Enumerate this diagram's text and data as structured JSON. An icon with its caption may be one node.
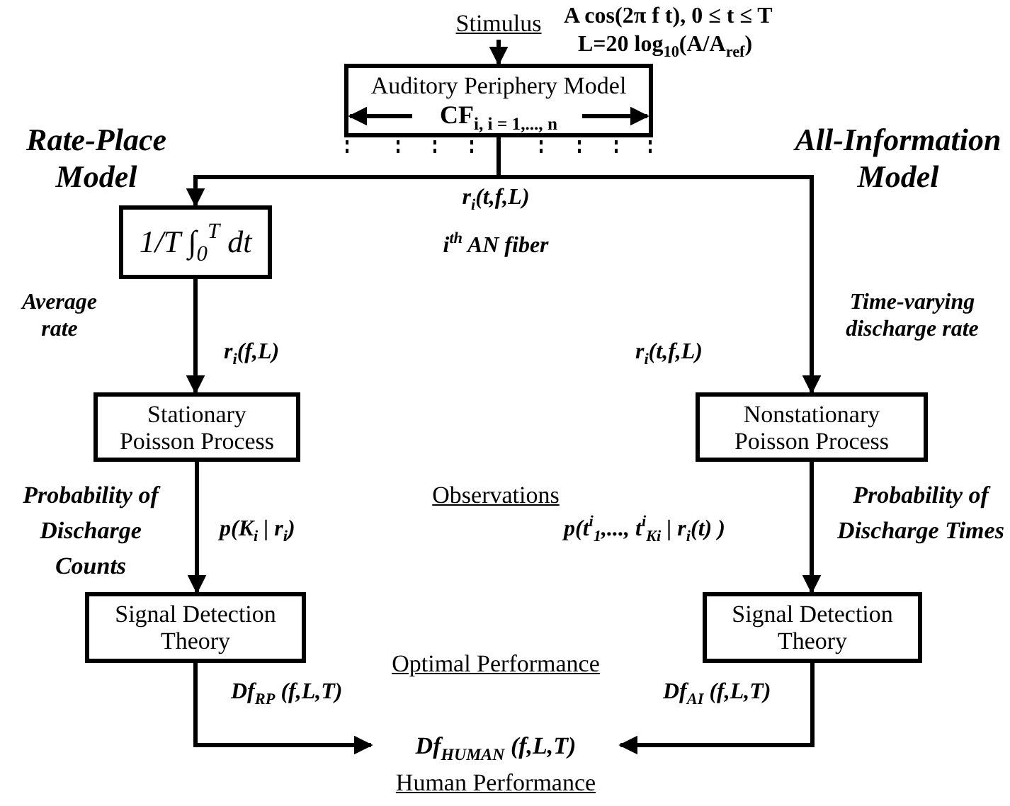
{
  "diagram": {
    "nodes": [
      {
        "text": [
          "Stimulus"
        ]
      },
      {
        "text": [
          "Auditory Periphery Model",
          "CF$_{i,  i = 1,..., n}$"
        ]
      },
      {
        "text": [
          "1/T ∫$_{0}$$^{T}$ dt"
        ]
      },
      {
        "text": [
          "Stationary Poisson Process"
        ]
      },
      {
        "text": [
          "Nonstationary Poisson Process"
        ]
      },
      {
        "text": [
          "Signal Detection Theory"
        ]
      },
      {
        "text": [
          "Signal Detection Theory"
        ]
      },
      {
        "text": [
          "Df$_{HUMAN}$ (f,L,T)"
        ]
      }
    ],
    "edges": [
      {
        "from": 0,
        "to": 1,
        "arrow": "to"
      },
      {
        "from": 1,
        "to": 2,
        "arrow": "to"
      },
      {
        "from": 1,
        "to": 4,
        "arrow": "to",
        "label": "r$_{i}$(t,f,L)"
      },
      {
        "from": 2,
        "to": 3,
        "arrow": "to",
        "label": "r$_{i}$(f,L)"
      },
      {
        "from": 3,
        "to": 5,
        "arrow": "to",
        "label": "p(K$_{i}$ | r$_{i}$)"
      },
      {
        "from": 4,
        "to": 6,
        "arrow": "to",
        "label": "p(t$^{i}$$_{1}$,..., t$^{i}$$_{Ki}$ | r$_{i}$(t) )"
      },
      {
        "from": 5,
        "to": 7,
        "arrow": "to",
        "label": "Df$_{RP}$ (f,L,T)"
      },
      {
        "from": 6,
        "to": 7,
        "arrow": "to",
        "label": "Df$_{AI}$ (f,L,T)"
      }
    ],
    "labels": [
      "A cos(2π f t), 0 ≤ t ≤ T",
      "L=20 log$_{10}$(A/A$_{ref}$)",
      "Rate-Place Model",
      "All-Information Model",
      "r$_{i}$(t,f,L)",
      "i$^{th}$ AN fiber",
      "Average rate",
      "Time-varying discharge rate",
      "Observations",
      "Probability of Discharge Counts",
      "Probability of Discharge Times",
      "Optimal Performance",
      "Human Performance"
    ]
  }
}
